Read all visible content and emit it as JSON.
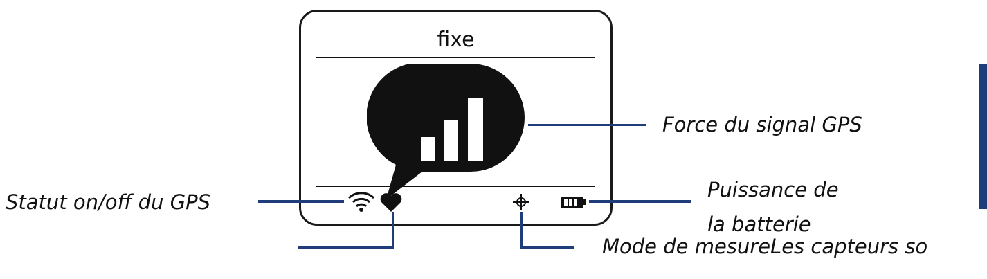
{
  "screen": {
    "title": "fixe",
    "icons": [
      "signal-bubble-icon",
      "wifi-icon",
      "heart-icon",
      "crosshair-icon",
      "battery-icon"
    ]
  },
  "labels": {
    "gps_signal": "Force du signal GPS",
    "gps_status": "Statut on/off du GPS",
    "battery_line1": "Puissance de",
    "battery_line2": "la batterie",
    "measure_mode": "Mode de mesureLes capteurs so"
  },
  "colors": {
    "leader": "#1f3d7a",
    "ink": "#111111",
    "bar": "#1f3d7a"
  }
}
